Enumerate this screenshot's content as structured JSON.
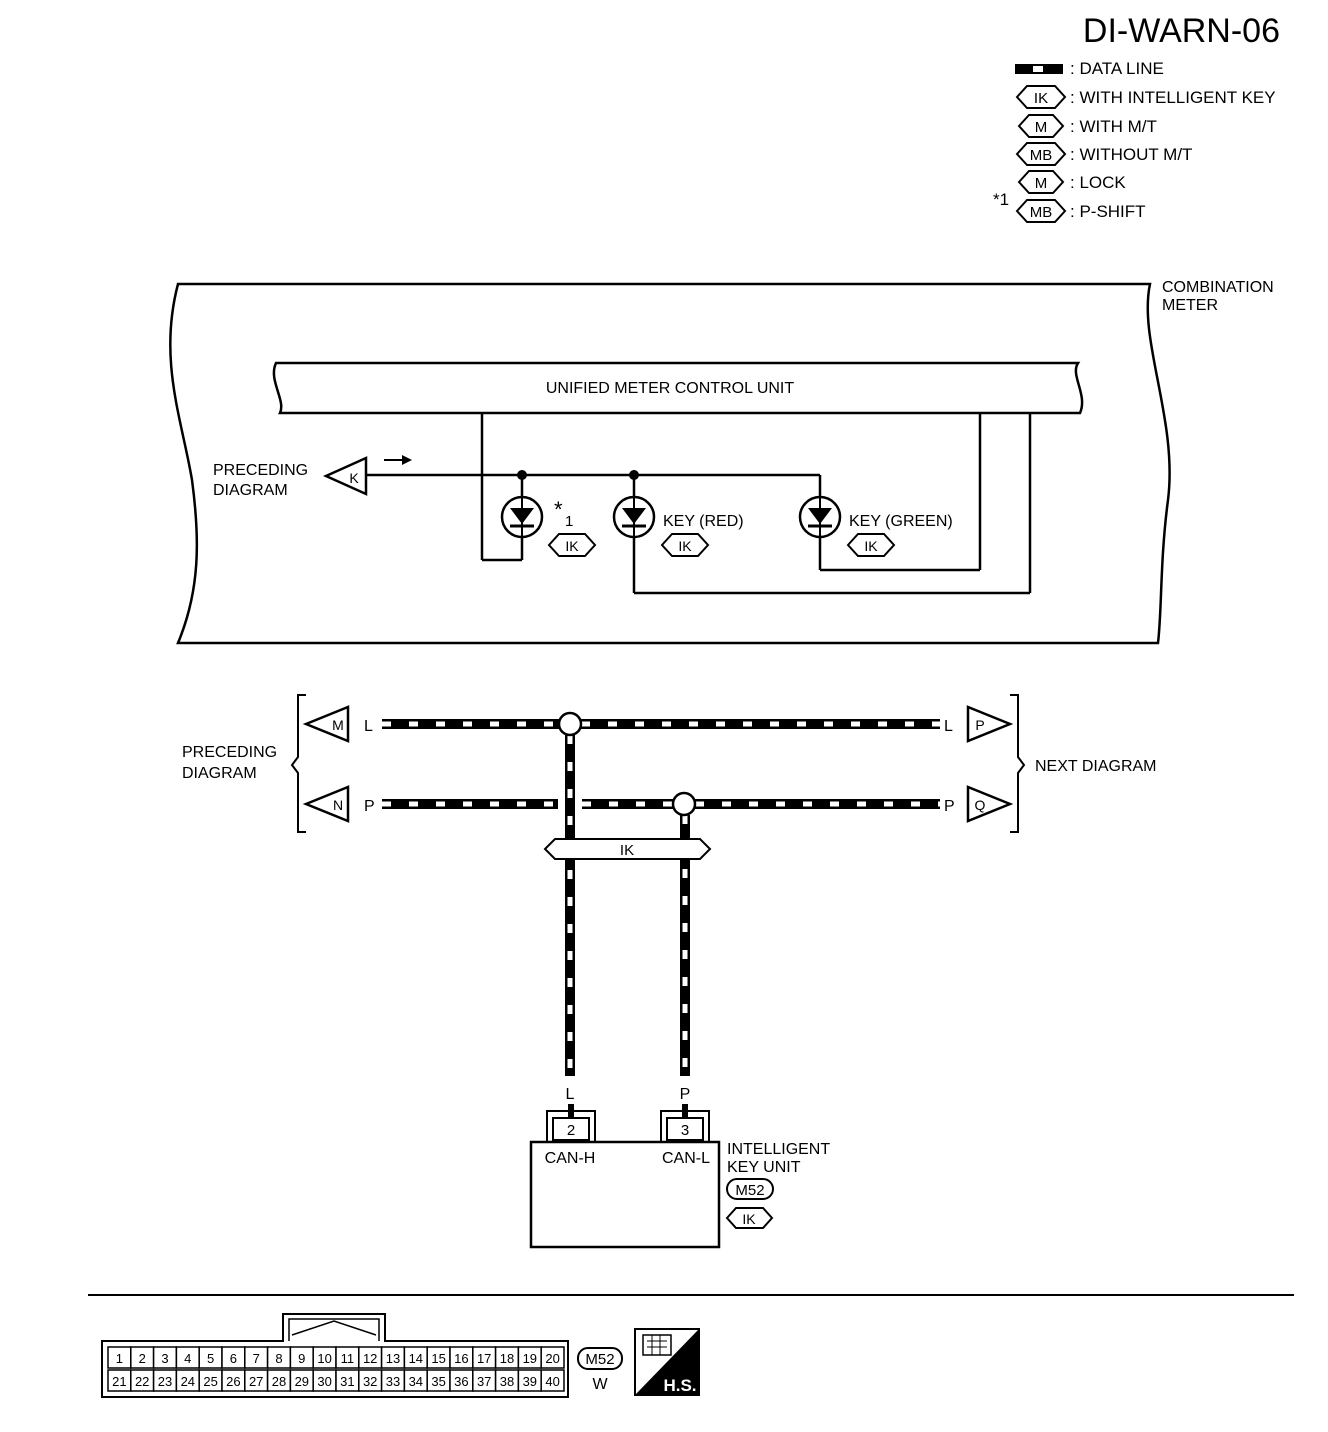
{
  "diagram": {
    "title": "DI-WARN-06",
    "legend": [
      {
        "code": "",
        "text": ": DATA LINE"
      },
      {
        "code": "IK",
        "text": ": WITH INTELLIGENT KEY"
      },
      {
        "code": "M",
        "text": ": WITH M/T"
      },
      {
        "code": "MB",
        "text": ": WITHOUT M/T"
      },
      {
        "code": "M",
        "text": ": LOCK"
      },
      {
        "code": "MB",
        "text": ": P-SHIFT"
      }
    ],
    "legend_star": "*1",
    "combination_meter": {
      "label_line1": "COMBINATION",
      "label_line2": "METER"
    },
    "control_unit": "UNIFIED METER CONTROL UNIT",
    "preceding_upper": {
      "line1": "PRECEDING",
      "line2": "DIAGRAM",
      "connector": "K"
    },
    "leds": [
      {
        "label_star": "*",
        "label_sub": "1",
        "tag": "IK"
      },
      {
        "label": "KEY (RED)",
        "tag": "IK"
      },
      {
        "label": "KEY (GREEN)",
        "tag": "IK"
      }
    ],
    "preceding_lower": {
      "line1": "PRECEDING",
      "line2": "DIAGRAM"
    },
    "next_diagram": "NEXT DIAGRAM",
    "can_lines": [
      {
        "left_conn": "M",
        "left_color": "L",
        "right_color": "L",
        "right_conn": "P"
      },
      {
        "left_conn": "N",
        "left_color": "P",
        "right_color": "P",
        "right_conn": "Q"
      }
    ],
    "ik_bar": "IK",
    "wire_colors": {
      "can_h": "L",
      "can_l": "P"
    },
    "ik_unit": {
      "pins": [
        {
          "number": "2",
          "name": "CAN-H"
        },
        {
          "number": "3",
          "name": "CAN-L"
        }
      ],
      "name_line1": "INTELLIGENT",
      "name_line2": "KEY UNIT",
      "connector": "M52",
      "tag": "IK"
    },
    "connector_face": {
      "row1": [
        "1",
        "2",
        "3",
        "4",
        "5",
        "6",
        "7",
        "8",
        "9",
        "10",
        "11",
        "12",
        "13",
        "14",
        "15",
        "16",
        "17",
        "18",
        "19",
        "20"
      ],
      "row2": [
        "21",
        "22",
        "23",
        "24",
        "25",
        "26",
        "27",
        "28",
        "29",
        "30",
        "31",
        "32",
        "33",
        "34",
        "35",
        "36",
        "37",
        "38",
        "39",
        "40"
      ],
      "connector_id": "M52",
      "color": "W",
      "hs_label": "H.S."
    }
  }
}
